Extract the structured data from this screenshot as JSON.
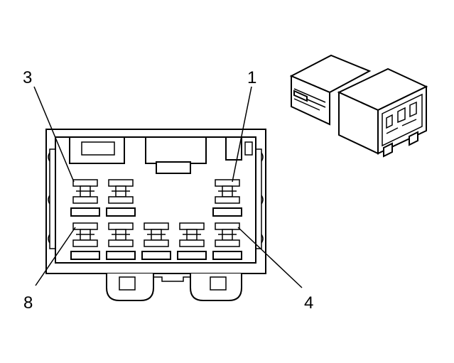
{
  "labels": {
    "pin3": "3",
    "pin1": "1",
    "pin8": "8",
    "pin4": "4"
  },
  "colors": {
    "line": "#000000",
    "background": "#ffffff"
  }
}
